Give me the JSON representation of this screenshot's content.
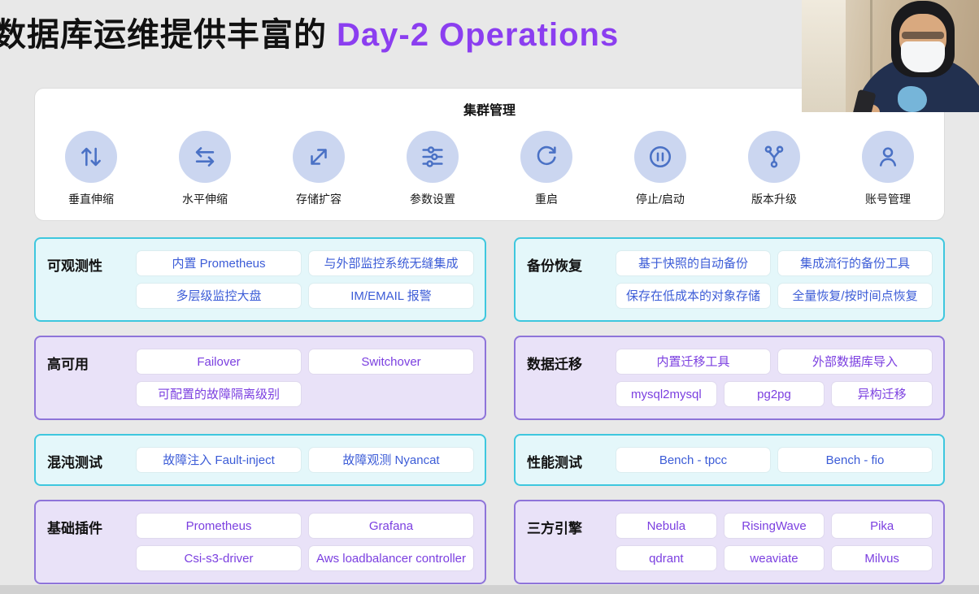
{
  "slide": {
    "title_black": "数据库运维提供丰富的",
    "title_purple": "Day-2 Operations"
  },
  "cluster": {
    "title": "集群管理",
    "items": [
      {
        "icon": "vertical-scale-icon",
        "label": "垂直伸缩"
      },
      {
        "icon": "horizontal-scale-icon",
        "label": "水平伸缩"
      },
      {
        "icon": "storage-expand-icon",
        "label": "存储扩容"
      },
      {
        "icon": "parameter-settings-icon",
        "label": "参数设置"
      },
      {
        "icon": "restart-icon",
        "label": "重启"
      },
      {
        "icon": "stop-start-icon",
        "label": "停止/启动"
      },
      {
        "icon": "version-upgrade-icon",
        "label": "版本升级"
      },
      {
        "icon": "account-icon",
        "label": "账号管理"
      }
    ]
  },
  "cards": [
    {
      "title": "可观测性",
      "theme": "cyan",
      "rows": [
        [
          "内置 Prometheus",
          "与外部监控系统无缝集成"
        ],
        [
          "多层级监控大盘",
          "IM/EMAIL 报警"
        ]
      ]
    },
    {
      "title": "备份恢复",
      "theme": "cyan",
      "rows": [
        [
          "基于快照的自动备份",
          "集成流行的备份工具"
        ],
        [
          "保存在低成本的对象存储",
          "全量恢复/按时间点恢复"
        ]
      ]
    },
    {
      "title": "高可用",
      "theme": "purple",
      "rows": [
        [
          "Failover",
          "Switchover"
        ],
        [
          "可配置的故障隔离级别",
          ""
        ]
      ]
    },
    {
      "title": "数据迁移",
      "theme": "purple",
      "rows": [
        [
          "内置迁移工具",
          "外部数据库导入"
        ],
        [
          "mysql2mysql",
          "pg2pg",
          "异构迁移"
        ]
      ]
    },
    {
      "title": "混沌测试",
      "theme": "cyan",
      "rows": [
        [
          "故障注入 Fault-inject",
          "故障观测 Nyancat"
        ]
      ]
    },
    {
      "title": "性能测试",
      "theme": "cyan",
      "rows": [
        [
          "Bench - tpcc",
          "Bench - fio"
        ]
      ]
    },
    {
      "title": "基础插件",
      "theme": "purple",
      "rows": [
        [
          "Prometheus",
          "Grafana"
        ],
        [
          "Csi-s3-driver",
          "Aws loadbalancer controller"
        ]
      ]
    },
    {
      "title": "三方引擎",
      "theme": "purple",
      "rows": [
        [
          "Nebula",
          "RisingWave",
          "Pika"
        ],
        [
          "qdrant",
          "weaviate",
          "Milvus"
        ]
      ]
    }
  ],
  "colors": {
    "title_accent": "#8b3ef0",
    "cyan_border": "#3ec7de",
    "cyan_bg": "#e4f7fa",
    "purple_border": "#8e74d9",
    "purple_bg": "#e9e2f8",
    "pill_blue": "#3c5cd7",
    "pill_purple": "#7b3fe0",
    "icon_circle_bg": "#cbd6f0",
    "icon_glyph": "#4a71c5"
  }
}
